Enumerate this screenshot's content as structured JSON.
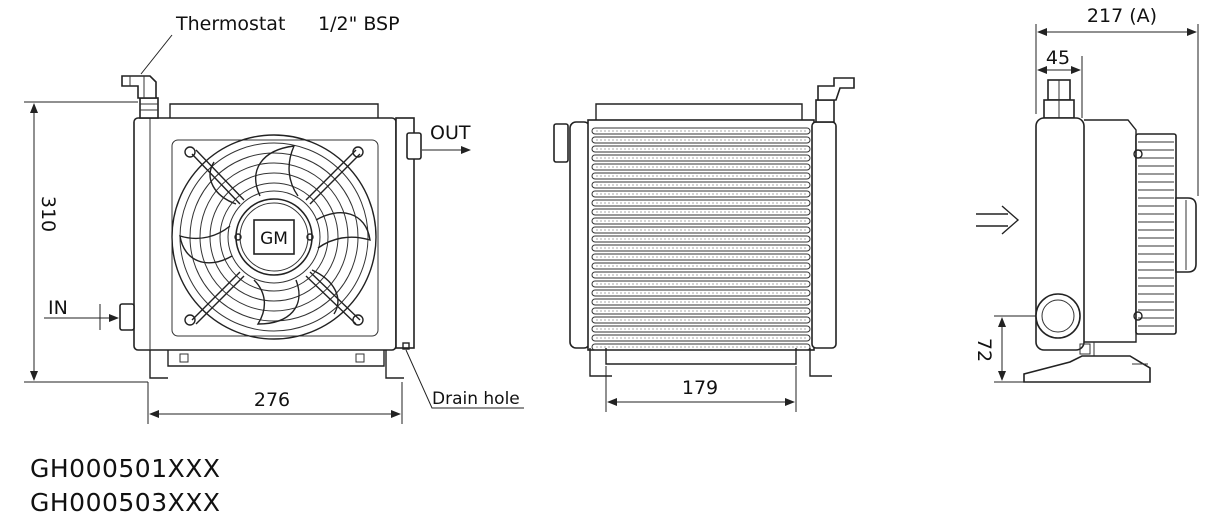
{
  "labels": {
    "thermostat": "Thermostat",
    "bsp": "1/2\" BSP",
    "out": "OUT",
    "in": "IN",
    "drain_hole": "Drain hole",
    "fan_badge": "GM"
  },
  "dimensions": {
    "height_310": "310",
    "width_276": "276",
    "core_179": "179",
    "depth_217": "217 (A)",
    "depth_45": "45",
    "port_72": "72"
  },
  "models": [
    "GH000501XXX",
    "GH000503XXX"
  ]
}
